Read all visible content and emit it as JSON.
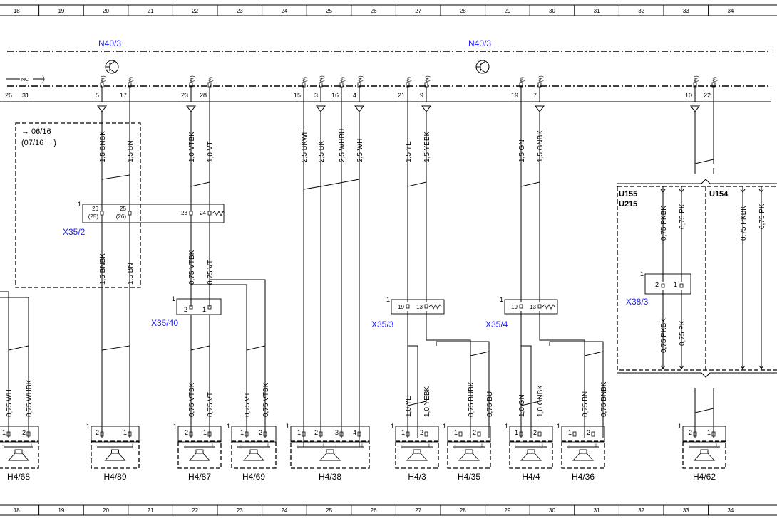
{
  "ruler": {
    "cols": [
      "18",
      "19",
      "20",
      "21",
      "22",
      "23",
      "24",
      "25",
      "26",
      "27",
      "28",
      "29",
      "30",
      "31",
      "32",
      "33",
      "34"
    ]
  },
  "modules": [
    {
      "label": "N40/3"
    },
    {
      "label": "N40/3"
    }
  ],
  "nc": {
    "label": "NC"
  },
  "pins": [
    {
      "num": "26",
      "sign": ""
    },
    {
      "num": "31",
      "sign": ""
    },
    {
      "num": "5",
      "sign": "(+)"
    },
    {
      "num": "17",
      "sign": "(-)"
    },
    {
      "num": "23",
      "sign": "(+)"
    },
    {
      "num": "28",
      "sign": "(-)"
    },
    {
      "num": "15",
      "sign": "(-)"
    },
    {
      "num": "3",
      "sign": "(+)"
    },
    {
      "num": "16",
      "sign": "(-)"
    },
    {
      "num": "4",
      "sign": "(+)"
    },
    {
      "num": "21",
      "sign": "(-)"
    },
    {
      "num": "9",
      "sign": "(+)"
    },
    {
      "num": "19",
      "sign": "(-)"
    },
    {
      "num": "7",
      "sign": "(+)"
    },
    {
      "num": "10",
      "sign": "(+)"
    },
    {
      "num": "22",
      "sign": "(-)"
    }
  ],
  "date_box": {
    "line1": "→ 06/16",
    "line2": "(07/16 →)"
  },
  "wires_top": [
    {
      "text": "1,5 BNBK"
    },
    {
      "text": "1,5 BN"
    },
    {
      "text": "1,0 VTBK"
    },
    {
      "text": "1,0 VT"
    },
    {
      "text": "2,5 BKWH"
    },
    {
      "text": "2,5 BK"
    },
    {
      "text": "2,5 WHBU"
    },
    {
      "text": "2,5 WH"
    },
    {
      "text": "1,5 YE"
    },
    {
      "text": "1,5 YEBK"
    },
    {
      "text": "1,5 GN"
    },
    {
      "text": "1,5 GNBK"
    }
  ],
  "wires_mid": [
    {
      "text": "1,5 BNBK"
    },
    {
      "text": "1,5 BN"
    },
    {
      "text": "0,75 VTBK"
    },
    {
      "text": "0,75 VT"
    }
  ],
  "wires_bottom": [
    {
      "text": "0,75 WH"
    },
    {
      "text": "0,75 WHBK"
    },
    {
      "text": "0,75 VTBK"
    },
    {
      "text": "0,75 VT"
    },
    {
      "text": "0,75 VT"
    },
    {
      "text": "0,75 VTBK"
    },
    {
      "text": "1,0 YE"
    },
    {
      "text": "1,0 YEBK"
    },
    {
      "text": "0,75 BUBK"
    },
    {
      "text": "0,75 BU"
    },
    {
      "text": "1,0 GN"
    },
    {
      "text": "1,0 GNBK"
    },
    {
      "text": "0,75 BN"
    },
    {
      "text": "0,75 BNBK"
    }
  ],
  "wires_right": [
    {
      "text": "0,75 PKBK"
    },
    {
      "text": "0,75 PK"
    },
    {
      "text": "0,75 PKBK"
    },
    {
      "text": "0,75 PK"
    },
    {
      "text": "0,75 PKBK"
    },
    {
      "text": "0,75 PK"
    }
  ],
  "right_box": {
    "u155": "U155",
    "u215": "U215",
    "u154": "U154"
  },
  "connectors": [
    {
      "label": "X35/2",
      "pins": [
        "26",
        "25",
        "(25)",
        "(26)",
        "23",
        "24"
      ],
      "num": "1"
    },
    {
      "label": "X35/40",
      "pins": [
        "2",
        "1"
      ],
      "num": "1"
    },
    {
      "label": "X35/3",
      "pins": [
        "19",
        "13"
      ],
      "num": "1"
    },
    {
      "label": "X35/4",
      "pins": [
        "19",
        "13"
      ],
      "num": "1"
    },
    {
      "label": "X38/3",
      "pins": [
        "2",
        "1"
      ],
      "num": "1"
    }
  ],
  "speakers": [
    {
      "label": "H4/68",
      "p1": "1",
      "p2": "2"
    },
    {
      "label": "H4/89",
      "p1": "2",
      "p2": "1"
    },
    {
      "label": "H4/87",
      "p1": "2",
      "p2": "1"
    },
    {
      "label": "H4/69",
      "p1": "1",
      "p2": "2"
    },
    {
      "label": "H4/38",
      "p1": "1",
      "p2": "2",
      "p3": "3",
      "p4": "4"
    },
    {
      "label": "H4/3",
      "p1": "1",
      "p2": "2"
    },
    {
      "label": "H4/35",
      "p1": "1",
      "p2": "2"
    },
    {
      "label": "H4/4",
      "p1": "1",
      "p2": "2"
    },
    {
      "label": "H4/36",
      "p1": "1",
      "p2": "2"
    },
    {
      "label": "H4/62",
      "p1": "2",
      "p2": "1"
    }
  ],
  "speaker_num": "1",
  "colors": {
    "label_blue": "#1a1aff",
    "line": "#000000"
  }
}
